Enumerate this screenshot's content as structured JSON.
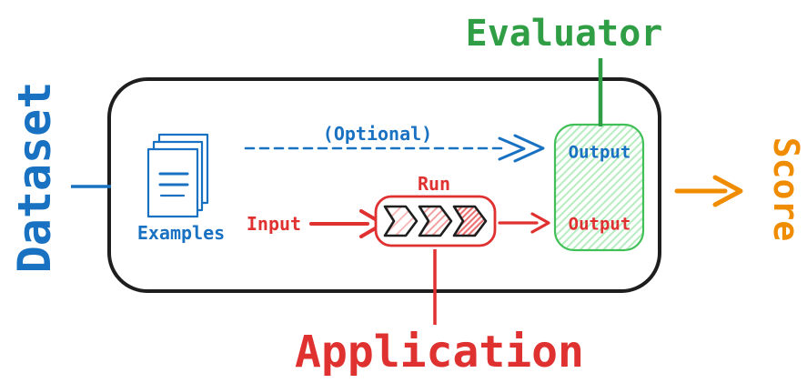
{
  "diagram": {
    "labels": {
      "dataset": "Dataset",
      "evaluator": "Evaluator",
      "score": "Score",
      "application": "Application",
      "examples": "Examples",
      "optional": "(Optional)",
      "input": "Input",
      "run": "Run",
      "evaluator_output": "Output",
      "application_output": "Output"
    },
    "colors": {
      "blue": "#1971c2",
      "green": "#2f9e44",
      "green_box_border": "#40c057",
      "green_hatch": "#b7ecc1",
      "red": "#e03131",
      "orange": "#f08c00",
      "outline_black": "#1e1e1e"
    }
  }
}
